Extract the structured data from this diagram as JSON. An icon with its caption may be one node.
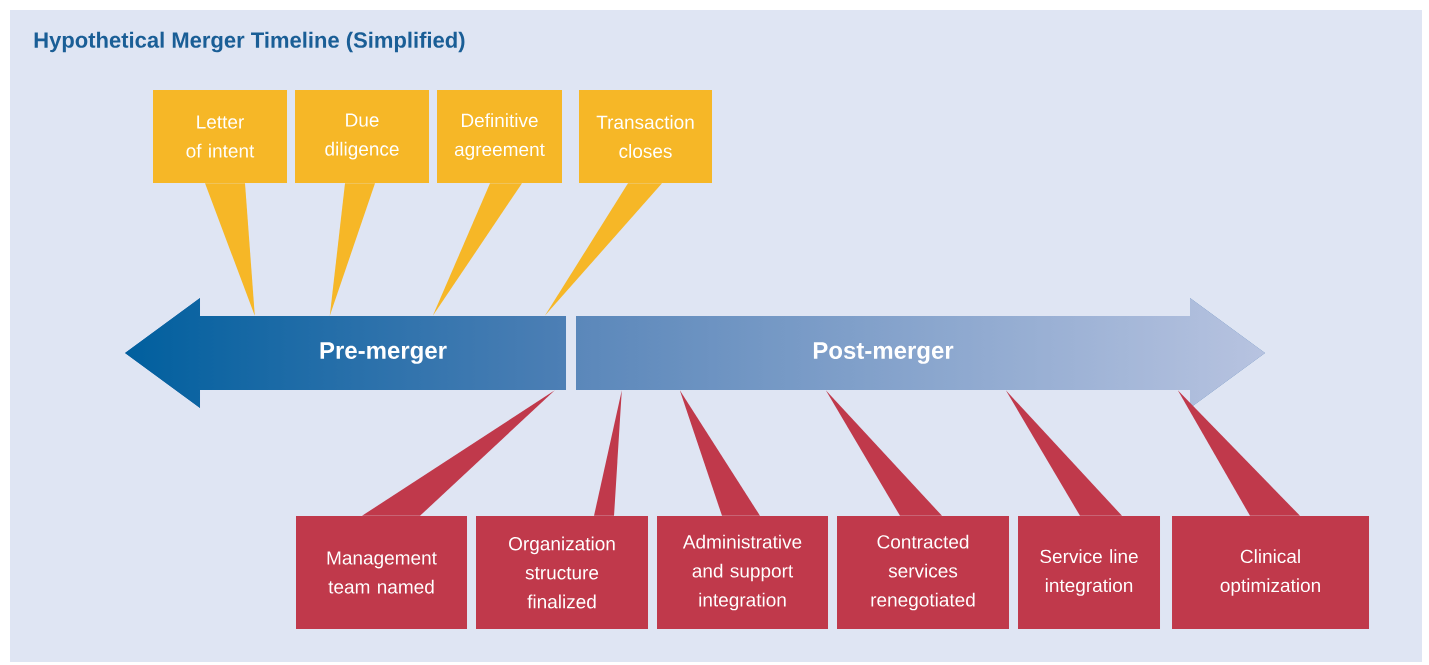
{
  "diagram": {
    "title": "Hypothetical Merger Timeline (Simplified)",
    "nodes": [
      {
        "text": [
          "Letter of intent"
        ]
      },
      {
        "text": [
          "Due diligence"
        ]
      },
      {
        "text": [
          "Definitive agreement"
        ]
      },
      {
        "text": [
          "Transaction closes"
        ]
      },
      {
        "text": [
          "Pre-merger"
        ]
      },
      {
        "text": [
          "Post-merger"
        ]
      },
      {
        "text": [
          "Management team named"
        ]
      },
      {
        "text": [
          "Organization structure finalized"
        ]
      },
      {
        "text": [
          "Administrative and support integration"
        ]
      },
      {
        "text": [
          "Contracted services renegotiated"
        ]
      },
      {
        "text": [
          "Service line integration"
        ]
      },
      {
        "text": [
          "Clinical optimization"
        ]
      }
    ],
    "edges": [
      {
        "from": 0,
        "to": 4,
        "arrow": "none"
      },
      {
        "from": 1,
        "to": 4,
        "arrow": "none"
      },
      {
        "from": 2,
        "to": 4,
        "arrow": "none"
      },
      {
        "from": 3,
        "to": 4,
        "arrow": "none"
      },
      {
        "from": 6,
        "to": 4,
        "arrow": "none"
      },
      {
        "from": 7,
        "to": 5,
        "arrow": "none"
      },
      {
        "from": 8,
        "to": 5,
        "arrow": "none"
      },
      {
        "from": 9,
        "to": 5,
        "arrow": "none"
      },
      {
        "from": 10,
        "to": 5,
        "arrow": "none"
      },
      {
        "from": 11,
        "to": 5,
        "arrow": "none"
      }
    ]
  }
}
